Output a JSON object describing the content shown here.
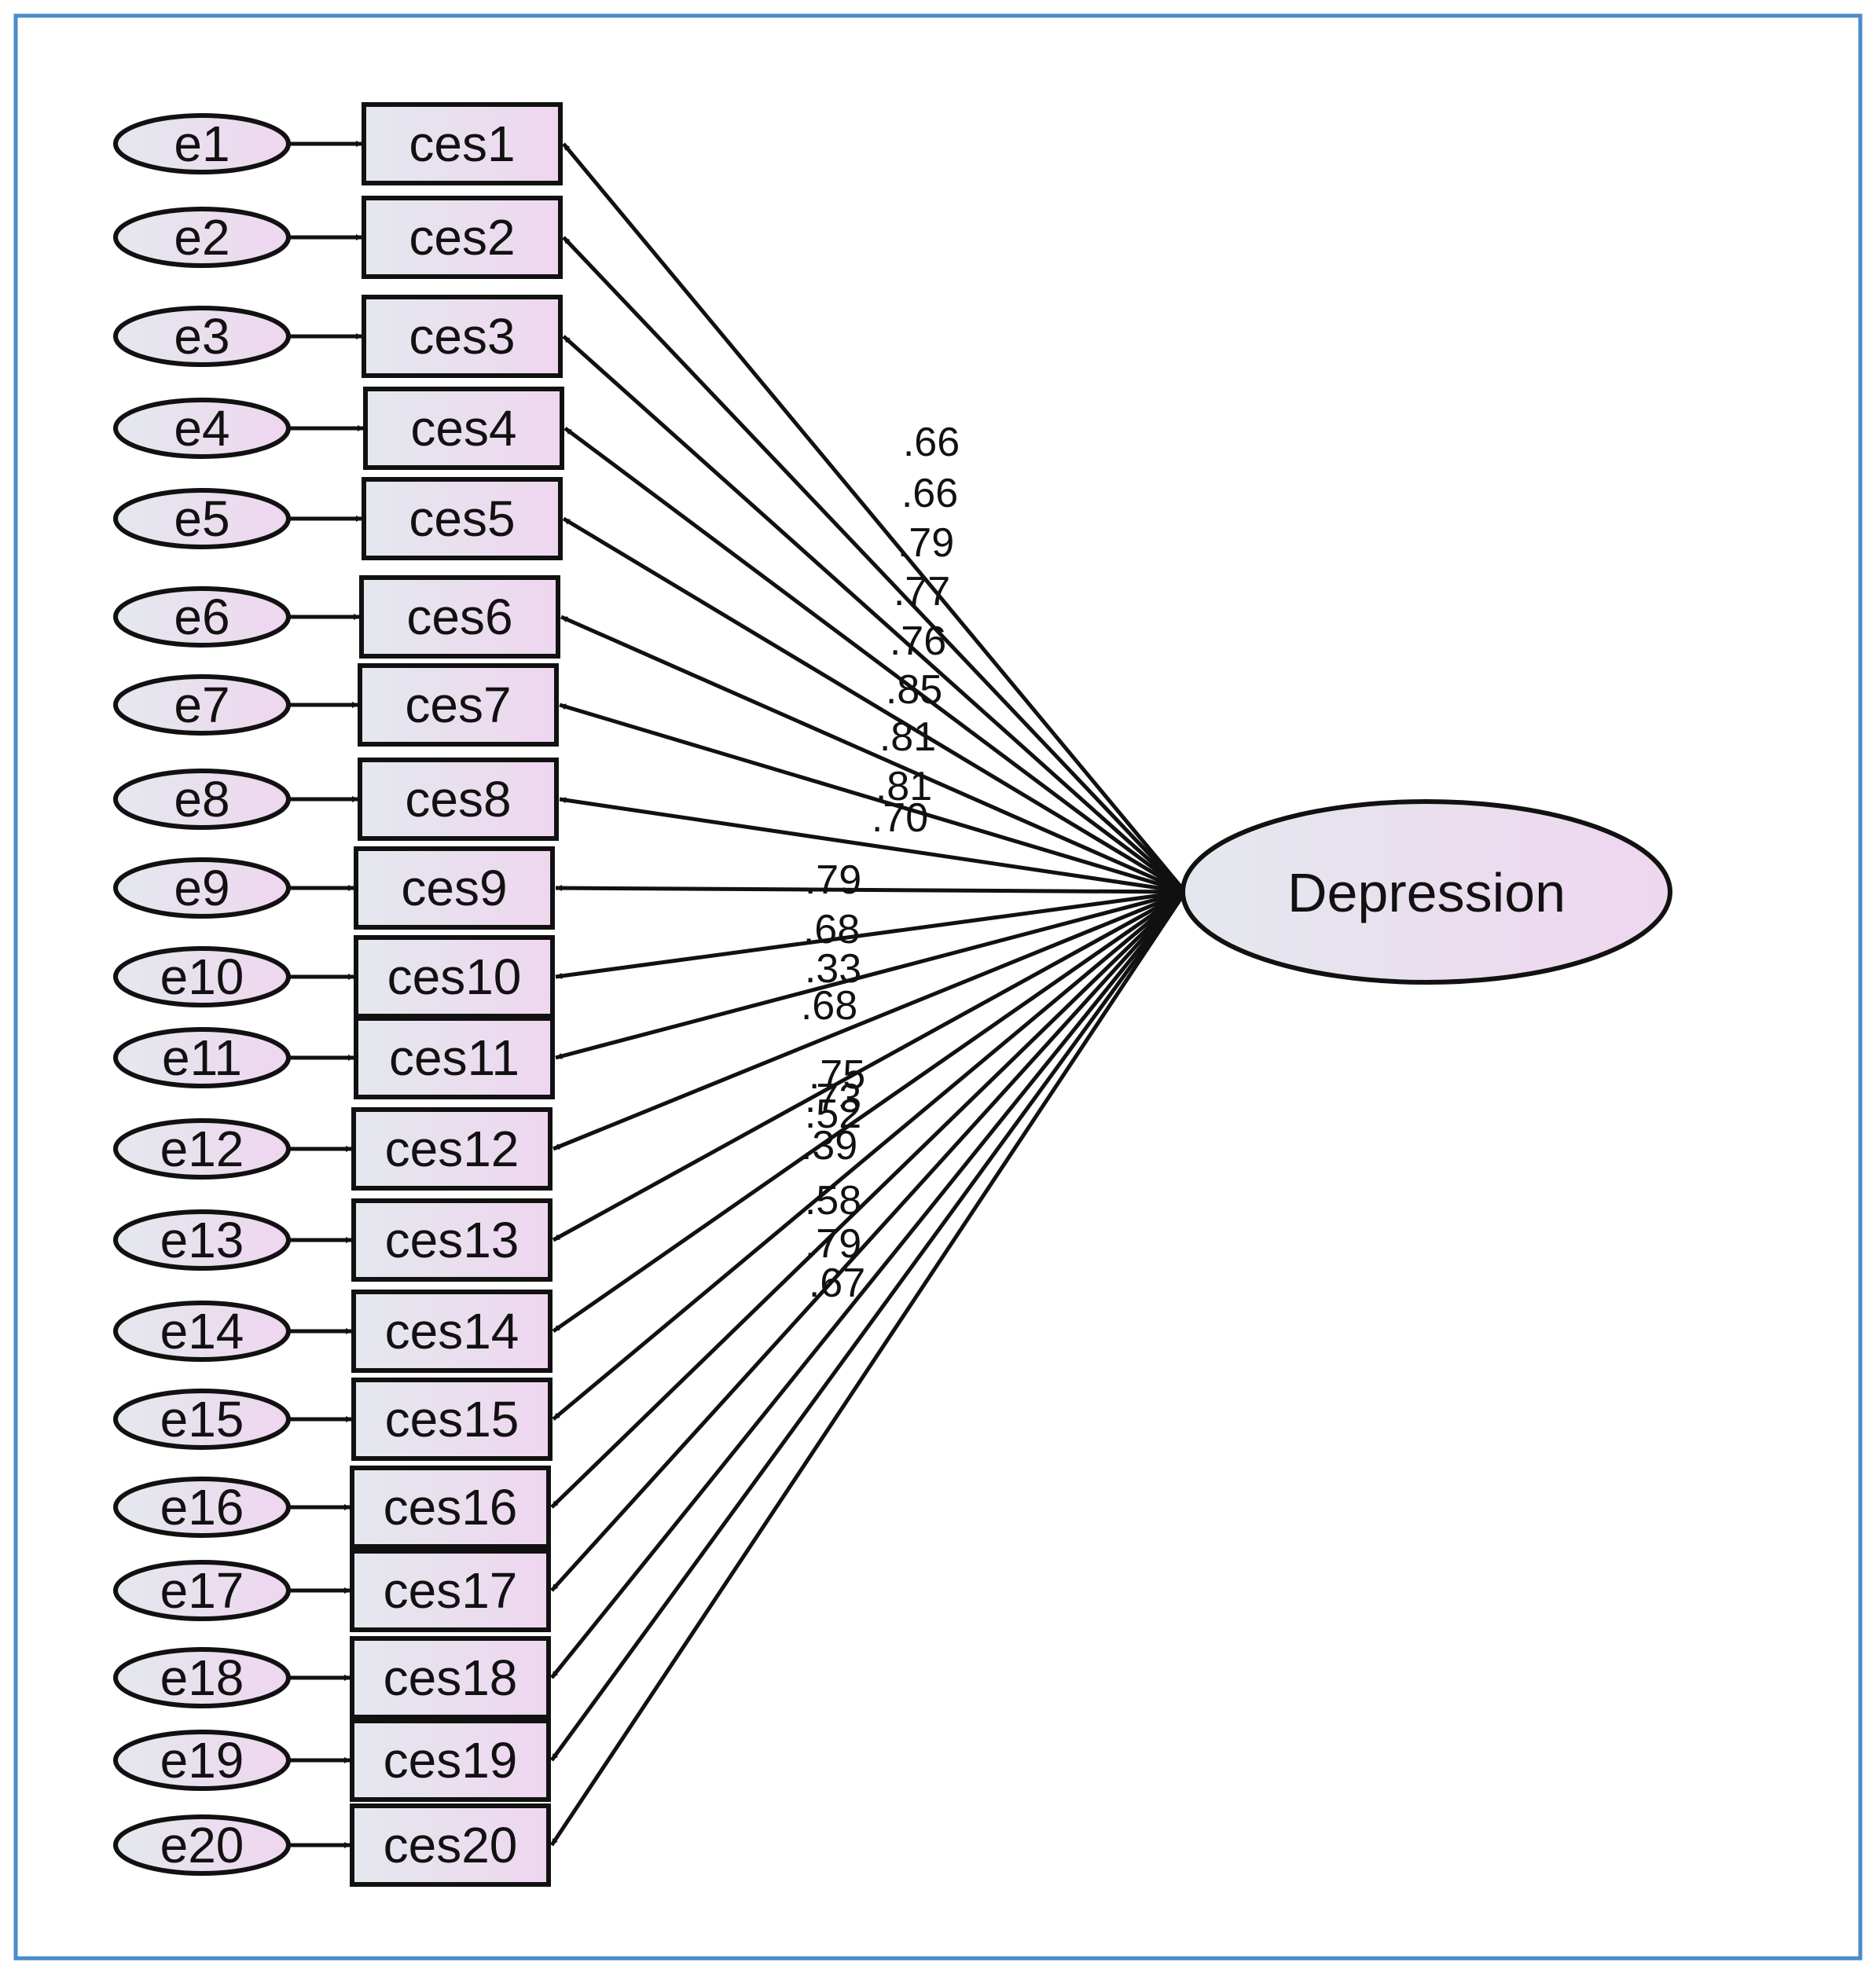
{
  "latent": {
    "label": "Depression"
  },
  "indicators": [
    {
      "error": "e1",
      "item": "ces1",
      "loading": ".66"
    },
    {
      "error": "e2",
      "item": "ces2",
      "loading": ".66"
    },
    {
      "error": "e3",
      "item": "ces3",
      "loading": ".79"
    },
    {
      "error": "e4",
      "item": "ces4",
      "loading": ".77"
    },
    {
      "error": "e5",
      "item": "ces5",
      "loading": ".76"
    },
    {
      "error": "e6",
      "item": "ces6",
      "loading": ".85"
    },
    {
      "error": "e7",
      "item": "ces7",
      "loading": ".81"
    },
    {
      "error": "e8",
      "item": "ces8",
      "loading": ".81"
    },
    {
      "error": "e9",
      "item": "ces9",
      "loading": ".70"
    },
    {
      "error": "e10",
      "item": "ces10",
      "loading": ".79"
    },
    {
      "error": "e11",
      "item": "ces11",
      "loading": ".68"
    },
    {
      "error": "e12",
      "item": "ces12",
      "loading": ".33"
    },
    {
      "error": "e13",
      "item": "ces13",
      "loading": ".68"
    },
    {
      "error": "e14",
      "item": "ces14",
      "loading": ".75"
    },
    {
      "error": "e15",
      "item": "ces15",
      "loading": ".73"
    },
    {
      "error": "e16",
      "item": "ces16",
      "loading": ".52"
    },
    {
      "error": "e17",
      "item": "ces17",
      "loading": ".39"
    },
    {
      "error": "e18",
      "item": "ces18",
      "loading": ".58"
    },
    {
      "error": "e19",
      "item": "ces19",
      "loading": ".79"
    },
    {
      "error": "e20",
      "item": "ces20",
      "loading": ".67"
    }
  ],
  "colors": {
    "frame": "#4a8cc8",
    "fill_light": "#e4e8ee",
    "fill_pink": "#efd6ef",
    "stroke": "#111111"
  }
}
